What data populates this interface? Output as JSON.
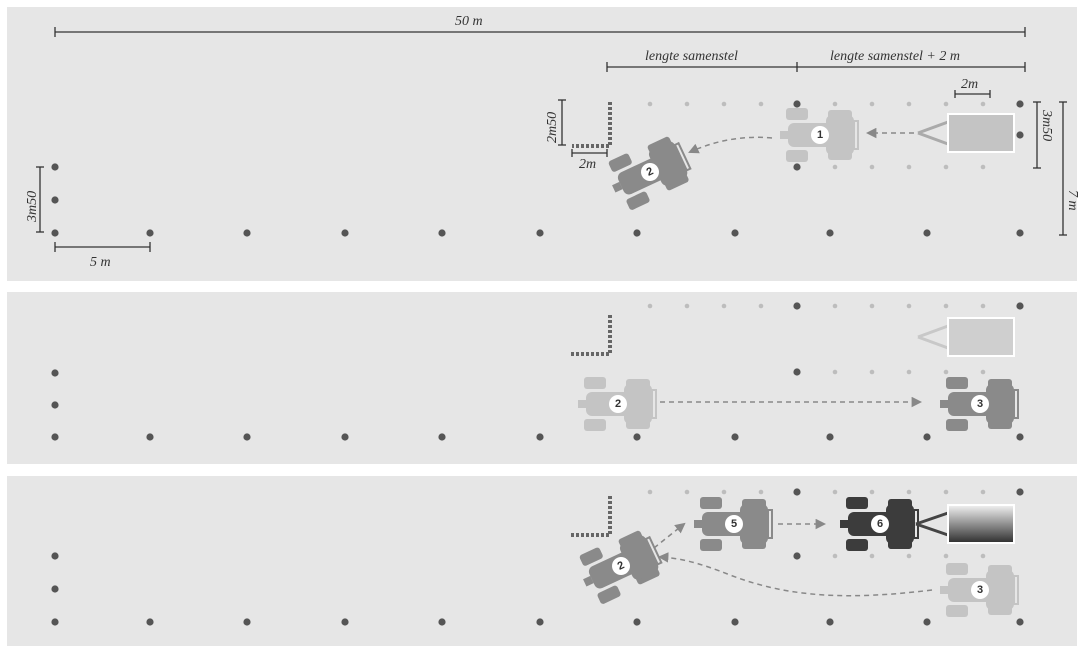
{
  "panels": [
    {
      "labels": {
        "total_length": "50 m",
        "length_combination": "lengte samenstel",
        "length_combination_plus": "lengte samenstel + 2 m",
        "gap_2m_top": "2m",
        "left_width": "3m50",
        "spacing": "5 m",
        "right_width": "3m50",
        "full_width": "7 m",
        "corner_height": "2m50",
        "corner_width": "2m"
      },
      "vehicles": [
        {
          "number": "1",
          "shade": "light"
        },
        {
          "number": "2",
          "shade": "medium"
        }
      ]
    },
    {
      "vehicles": [
        {
          "number": "2",
          "shade": "light"
        },
        {
          "number": "3",
          "shade": "medium"
        }
      ]
    },
    {
      "vehicles": [
        {
          "number": "2",
          "shade": "medium"
        },
        {
          "number": "5",
          "shade": "medium"
        },
        {
          "number": "6",
          "shade": "dark"
        },
        {
          "number": "3",
          "shade": "light"
        }
      ]
    }
  ],
  "colors": {
    "panel_bg": "#e6e6e6",
    "cone_dark": "#555555",
    "cone_light": "#bdbdbd",
    "vehicle_light": "#c4c4c4",
    "vehicle_medium": "#8a8a8a",
    "vehicle_dark": "#3c3c3c",
    "arrow": "#888888"
  }
}
